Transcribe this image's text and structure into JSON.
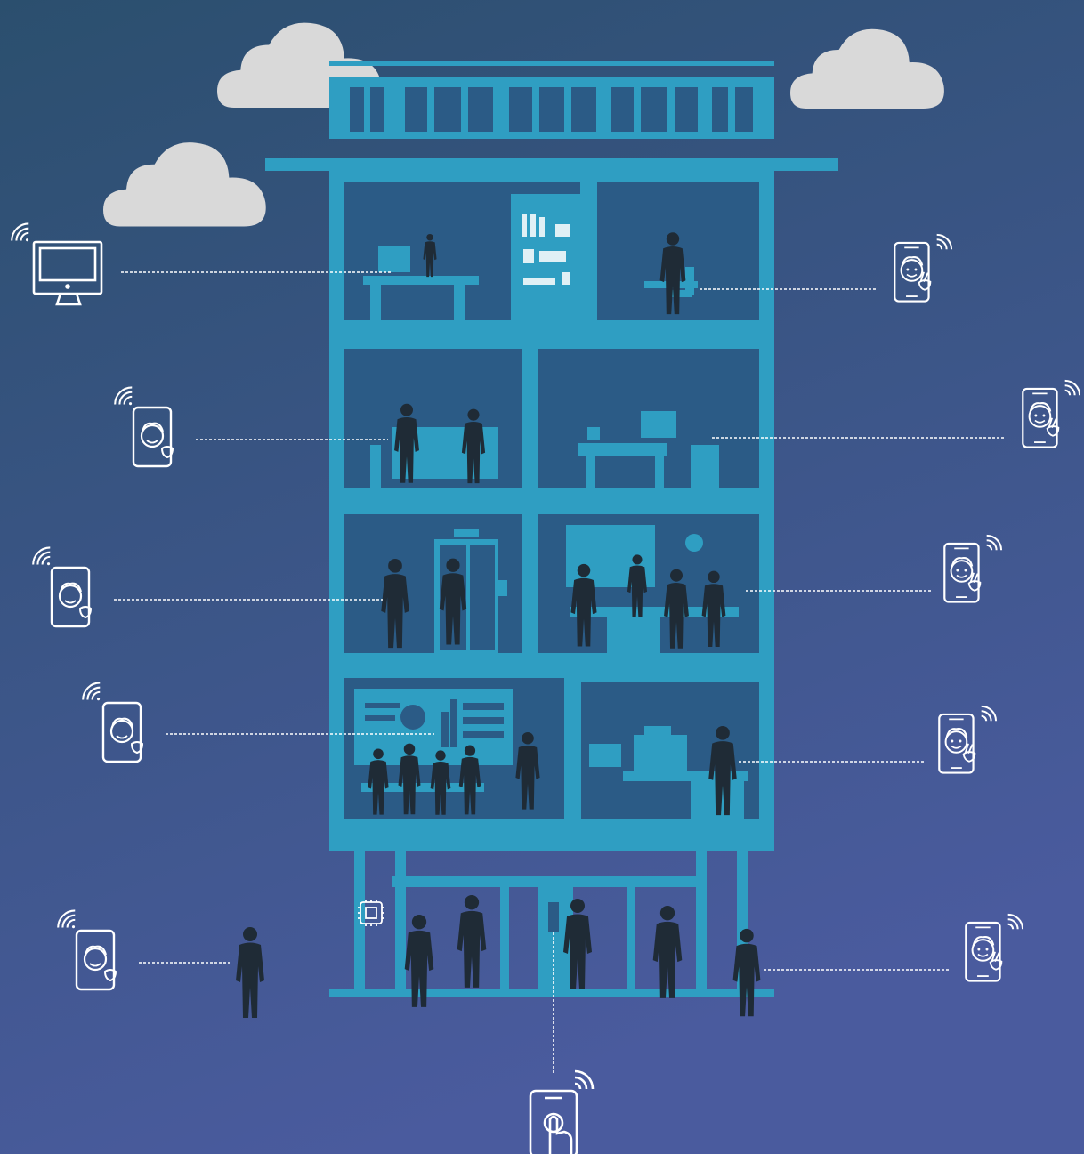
{
  "colors": {
    "background_top": "#2b4f6e",
    "background_bottom": "#4a5b9e",
    "building": "#2f9ec2",
    "room_interior": "#2b5b86",
    "silhouette": "#1f2b36",
    "cloud": "#d9d9d9",
    "device_line": "#ffffff",
    "connector_line": "#ffffff"
  },
  "icons": {
    "cloud": "cloud-icon",
    "desktop": "desktop-monitor-icon",
    "phone": "smartphone-user-icon",
    "tap_phone": "smartphone-tap-icon",
    "wifi": "wifi-signal-icon",
    "chip": "chip-icon",
    "person": "person-silhouette-icon"
  },
  "rooms": [
    {
      "id": "office-desk",
      "label": "office-desk-room"
    },
    {
      "id": "bookshelf",
      "label": "bookshelf-room"
    },
    {
      "id": "office-seated",
      "label": "seated-office-room"
    },
    {
      "id": "lounge",
      "label": "lounge-room"
    },
    {
      "id": "workdesk",
      "label": "workdesk-room"
    },
    {
      "id": "elevator",
      "label": "elevator-hall"
    },
    {
      "id": "meeting",
      "label": "meeting-room"
    },
    {
      "id": "training",
      "label": "training-room"
    },
    {
      "id": "printer",
      "label": "printer-room"
    },
    {
      "id": "lobby",
      "label": "ground-lobby"
    }
  ]
}
